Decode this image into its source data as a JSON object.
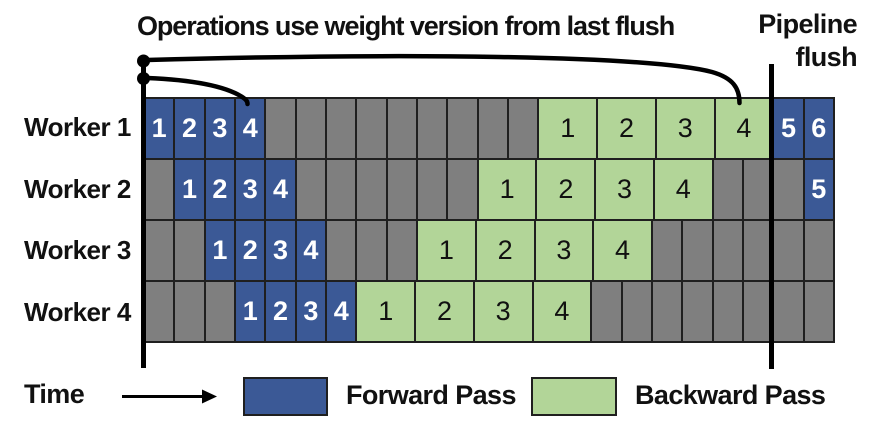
{
  "title": "Operations use weight version from last flush",
  "pipeline_flush": {
    "line1": "Pipeline",
    "line2": "flush"
  },
  "legend": {
    "time_label": "Time",
    "forward_label": "Forward Pass",
    "backward_label": "Backward Pass"
  },
  "colors": {
    "forward": "#3B5996",
    "backward": "#B2D598",
    "idle": "#7F7F7F",
    "ink": "#1F1F1F"
  },
  "workers": [
    {
      "label": "Worker 1",
      "cells": [
        {
          "type": "forward",
          "label": "1",
          "span": 1
        },
        {
          "type": "forward",
          "label": "2",
          "span": 1
        },
        {
          "type": "forward",
          "label": "3",
          "span": 1
        },
        {
          "type": "forward",
          "label": "4",
          "span": 1
        },
        {
          "type": "idle",
          "label": "",
          "span": 1
        },
        {
          "type": "idle",
          "label": "",
          "span": 1
        },
        {
          "type": "idle",
          "label": "",
          "span": 1
        },
        {
          "type": "idle",
          "label": "",
          "span": 1
        },
        {
          "type": "idle",
          "label": "",
          "span": 1
        },
        {
          "type": "idle",
          "label": "",
          "span": 1
        },
        {
          "type": "idle",
          "label": "",
          "span": 1
        },
        {
          "type": "idle",
          "label": "",
          "span": 1
        },
        {
          "type": "idle",
          "label": "",
          "span": 1
        },
        {
          "type": "backward",
          "label": "1",
          "span": 2
        },
        {
          "type": "backward",
          "label": "2",
          "span": 2
        },
        {
          "type": "backward",
          "label": "3",
          "span": 2
        },
        {
          "type": "backward",
          "label": "4",
          "span": 2
        },
        {
          "type": "forward",
          "label": "5",
          "span": 1
        },
        {
          "type": "forward",
          "label": "6",
          "span": 1
        }
      ]
    },
    {
      "label": "Worker 2",
      "cells": [
        {
          "type": "idle",
          "label": "",
          "span": 1
        },
        {
          "type": "forward",
          "label": "1",
          "span": 1
        },
        {
          "type": "forward",
          "label": "2",
          "span": 1
        },
        {
          "type": "forward",
          "label": "3",
          "span": 1
        },
        {
          "type": "forward",
          "label": "4",
          "span": 1
        },
        {
          "type": "idle",
          "label": "",
          "span": 1
        },
        {
          "type": "idle",
          "label": "",
          "span": 1
        },
        {
          "type": "idle",
          "label": "",
          "span": 1
        },
        {
          "type": "idle",
          "label": "",
          "span": 1
        },
        {
          "type": "idle",
          "label": "",
          "span": 1
        },
        {
          "type": "idle",
          "label": "",
          "span": 1
        },
        {
          "type": "backward",
          "label": "1",
          "span": 2
        },
        {
          "type": "backward",
          "label": "2",
          "span": 2
        },
        {
          "type": "backward",
          "label": "3",
          "span": 2
        },
        {
          "type": "backward",
          "label": "4",
          "span": 2
        },
        {
          "type": "idle",
          "label": "",
          "span": 1
        },
        {
          "type": "idle",
          "label": "",
          "span": 1
        },
        {
          "type": "idle",
          "label": "",
          "span": 1
        },
        {
          "type": "forward",
          "label": "5",
          "span": 1
        }
      ]
    },
    {
      "label": "Worker 3",
      "cells": [
        {
          "type": "idle",
          "label": "",
          "span": 1
        },
        {
          "type": "idle",
          "label": "",
          "span": 1
        },
        {
          "type": "forward",
          "label": "1",
          "span": 1
        },
        {
          "type": "forward",
          "label": "2",
          "span": 1
        },
        {
          "type": "forward",
          "label": "3",
          "span": 1
        },
        {
          "type": "forward",
          "label": "4",
          "span": 1
        },
        {
          "type": "idle",
          "label": "",
          "span": 1
        },
        {
          "type": "idle",
          "label": "",
          "span": 1
        },
        {
          "type": "idle",
          "label": "",
          "span": 1
        },
        {
          "type": "backward",
          "label": "1",
          "span": 2
        },
        {
          "type": "backward",
          "label": "2",
          "span": 2
        },
        {
          "type": "backward",
          "label": "3",
          "span": 2
        },
        {
          "type": "backward",
          "label": "4",
          "span": 2
        },
        {
          "type": "idle",
          "label": "",
          "span": 1
        },
        {
          "type": "idle",
          "label": "",
          "span": 1
        },
        {
          "type": "idle",
          "label": "",
          "span": 1
        },
        {
          "type": "idle",
          "label": "",
          "span": 1
        },
        {
          "type": "idle",
          "label": "",
          "span": 1
        },
        {
          "type": "idle",
          "label": "",
          "span": 1
        }
      ]
    },
    {
      "label": "Worker 4",
      "cells": [
        {
          "type": "idle",
          "label": "",
          "span": 1
        },
        {
          "type": "idle",
          "label": "",
          "span": 1
        },
        {
          "type": "idle",
          "label": "",
          "span": 1
        },
        {
          "type": "forward",
          "label": "1",
          "span": 1
        },
        {
          "type": "forward",
          "label": "2",
          "span": 1
        },
        {
          "type": "forward",
          "label": "3",
          "span": 1
        },
        {
          "type": "forward",
          "label": "4",
          "span": 1
        },
        {
          "type": "backward",
          "label": "1",
          "span": 2
        },
        {
          "type": "backward",
          "label": "2",
          "span": 2
        },
        {
          "type": "backward",
          "label": "3",
          "span": 2
        },
        {
          "type": "backward",
          "label": "4",
          "span": 2
        },
        {
          "type": "idle",
          "label": "",
          "span": 1
        },
        {
          "type": "idle",
          "label": "",
          "span": 1
        },
        {
          "type": "idle",
          "label": "",
          "span": 1
        },
        {
          "type": "idle",
          "label": "",
          "span": 1
        },
        {
          "type": "idle",
          "label": "",
          "span": 1
        },
        {
          "type": "idle",
          "label": "",
          "span": 1
        },
        {
          "type": "idle",
          "label": "",
          "span": 1
        },
        {
          "type": "idle",
          "label": "",
          "span": 1
        }
      ]
    }
  ]
}
